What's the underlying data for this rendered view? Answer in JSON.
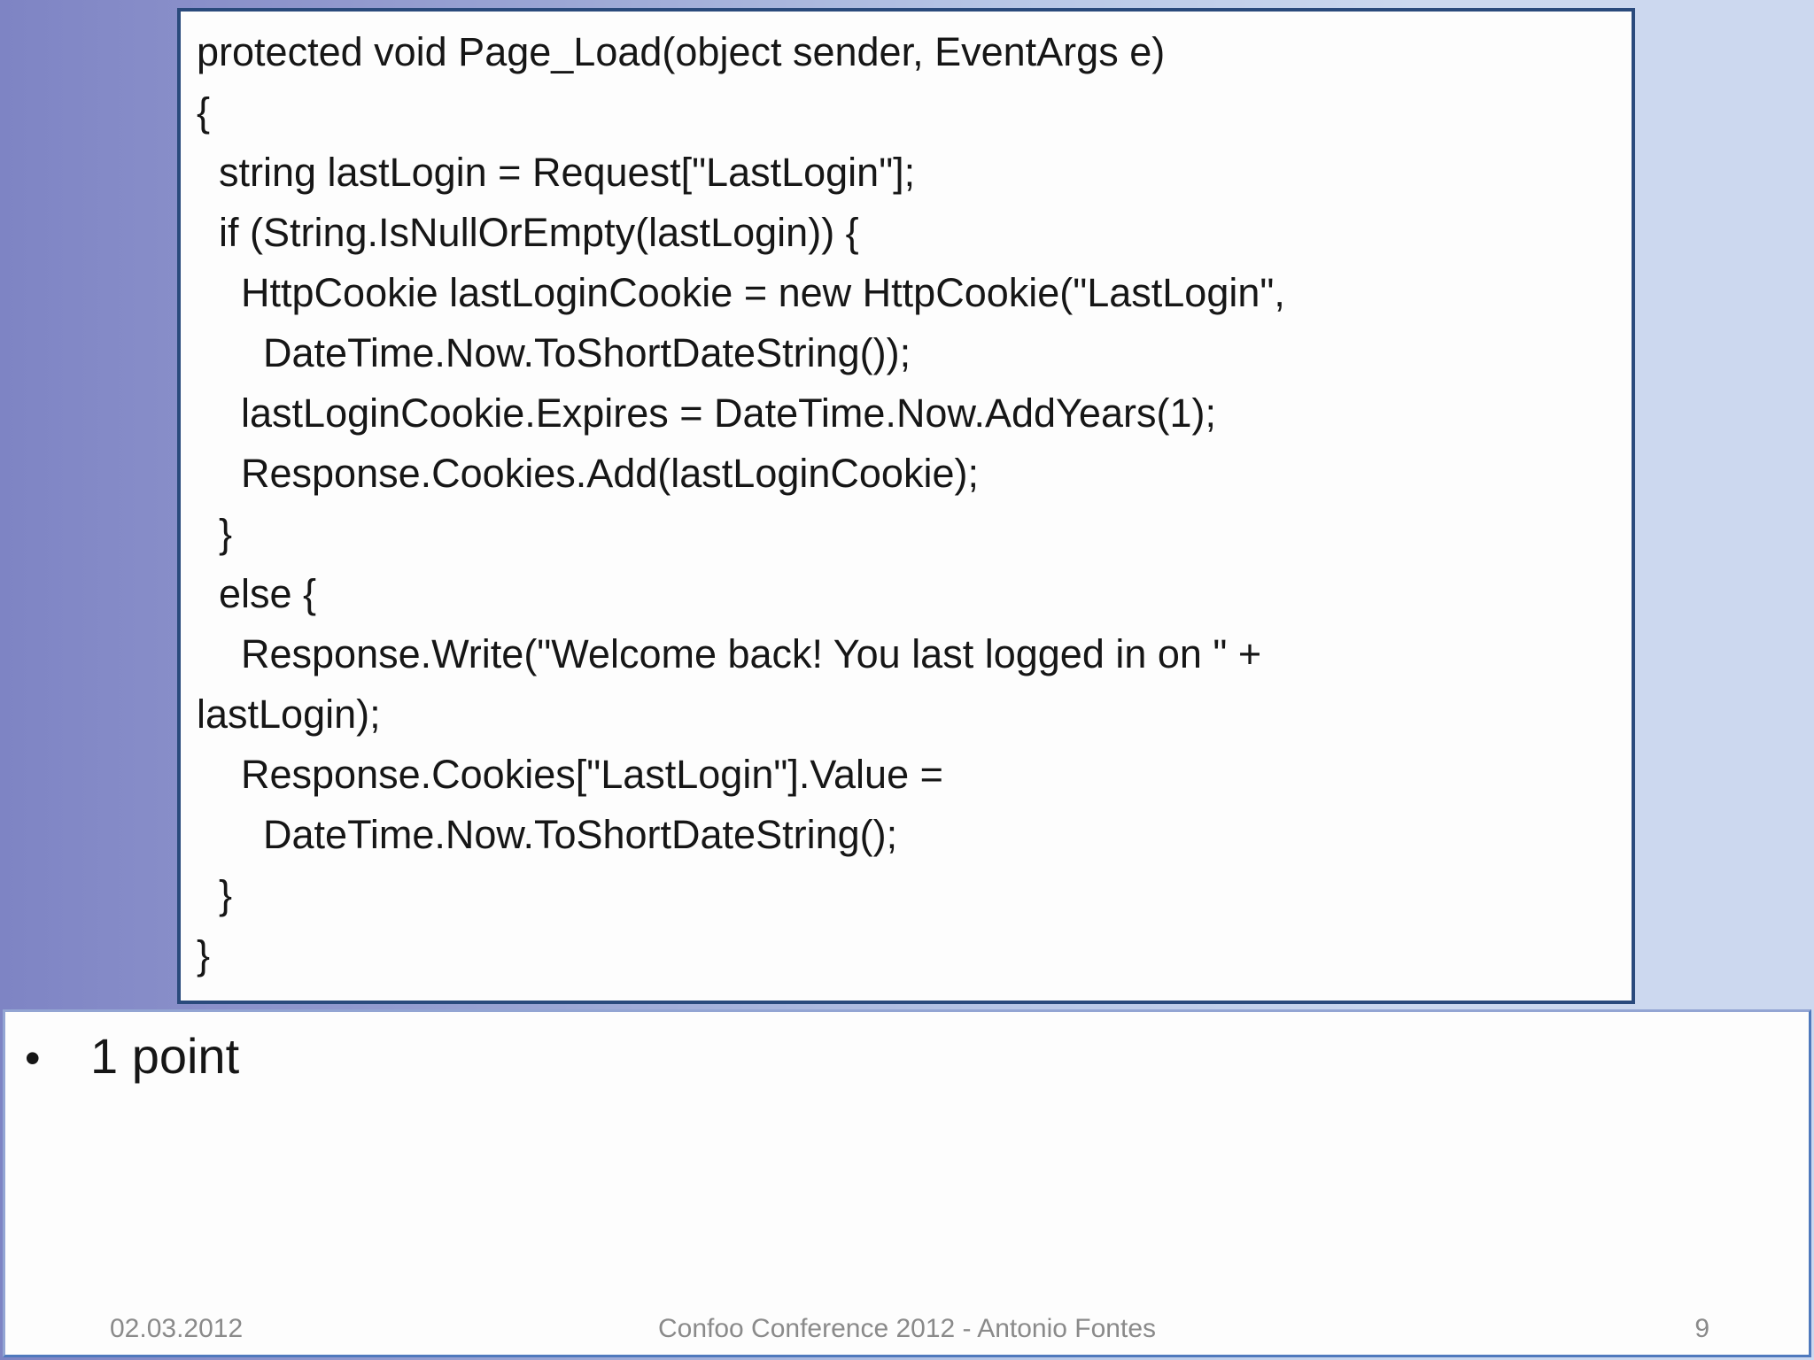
{
  "slide": {
    "code_block": {
      "language": "csharp",
      "lines": [
        "protected void Page_Load(object sender, EventArgs e)",
        "{",
        "  string lastLogin = Request[\"LastLogin\"];",
        "  if (String.IsNullOrEmpty(lastLogin)) {",
        "    HttpCookie lastLoginCookie = new HttpCookie(\"LastLogin\",",
        "      DateTime.Now.ToShortDateString());",
        "    lastLoginCookie.Expires = DateTime.Now.AddYears(1);",
        "    Response.Cookies.Add(lastLoginCookie);",
        "  }",
        "  else {",
        "    Response.Write(\"Welcome back! You last logged in on \" +",
        "lastLogin);",
        "    Response.Cookies[\"LastLogin\"].Value =",
        "      DateTime.Now.ToShortDateString();",
        "  }",
        "}"
      ]
    },
    "bullet": {
      "marker": "•",
      "text": "1 point"
    },
    "footer": {
      "date": "02.03.2012",
      "center": "Confoo Conference 2012 - Antonio Fontes",
      "page_number": "9"
    },
    "colors": {
      "background_left": "#7e84c4",
      "background_right": "#ccd8ef",
      "code_box_border": "#2a4a7c",
      "bottom_box_border_light": "#93a5d3",
      "bottom_box_border_dark": "#4f79bd",
      "footer_text": "#8a8a8a",
      "body_text": "#161616"
    }
  }
}
